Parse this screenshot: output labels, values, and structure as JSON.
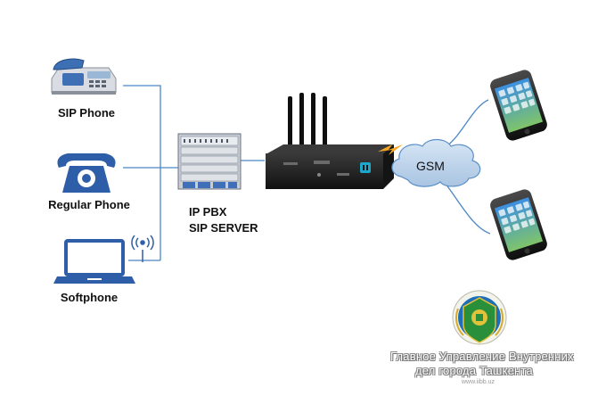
{
  "devices": {
    "sip_phone": "SIP Phone",
    "regular_phone": "Regular Phone",
    "softphone": "Softphone"
  },
  "server": {
    "line1": "IP PBX",
    "line2": "SIP SERVER"
  },
  "network": {
    "cloud_label": "GSM"
  },
  "watermark": {
    "line1": "Главное Управление Внутренних",
    "line2": "дел города Ташкента",
    "url": "www.iibb.uz"
  },
  "colors": {
    "link_line": "#4a86c5",
    "cloud_fill": "#bcd3ea",
    "cloud_stroke": "#5b8fc5",
    "icon_blue": "#2f5ea8",
    "gateway_body": "#1e1e1e",
    "wireless_bolt": "#f5a623"
  }
}
